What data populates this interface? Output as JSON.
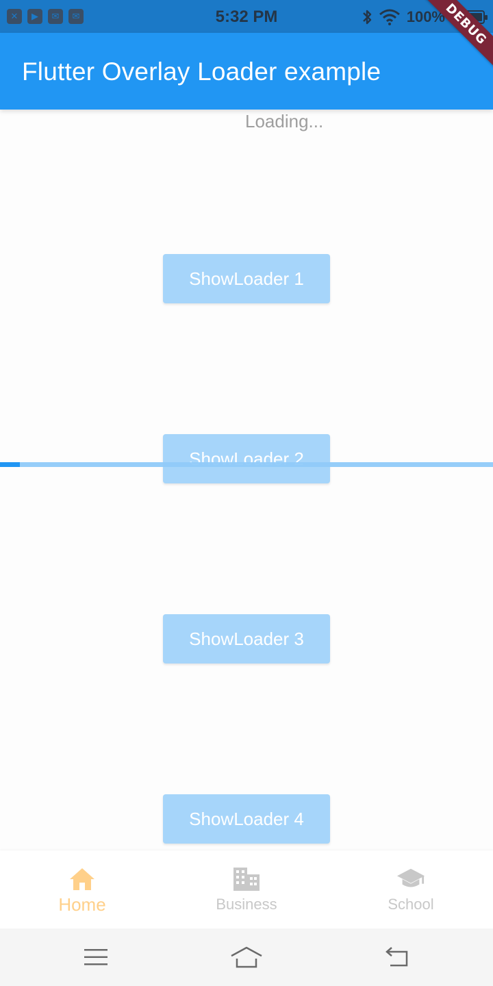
{
  "status_bar": {
    "time": "5:32 PM",
    "battery": "100%",
    "notification_icons": [
      "x-icon",
      "youtube-icon",
      "mail-icon",
      "mail-icon"
    ]
  },
  "app_bar": {
    "title": "Flutter Overlay Loader example",
    "debug_banner": "DEBUG"
  },
  "overlay": {
    "loading_text": "Loading...",
    "progress": 0.04
  },
  "buttons": [
    {
      "label": "ShowLoader 1"
    },
    {
      "label": "ShowLoader 2"
    },
    {
      "label": "ShowLoader 3"
    },
    {
      "label": "ShowLoader 4"
    }
  ],
  "bottom_nav": {
    "items": [
      {
        "label": "Home",
        "icon": "home-icon",
        "selected": true
      },
      {
        "label": "Business",
        "icon": "business-icon",
        "selected": false
      },
      {
        "label": "School",
        "icon": "school-icon",
        "selected": false
      }
    ]
  },
  "colors": {
    "primary": "#2196f3",
    "button_overlay": "#a6d5fa",
    "selected_nav": "#ffd08a",
    "unselected_nav": "#c8c8c8",
    "debug_ribbon": "#7b2538"
  }
}
